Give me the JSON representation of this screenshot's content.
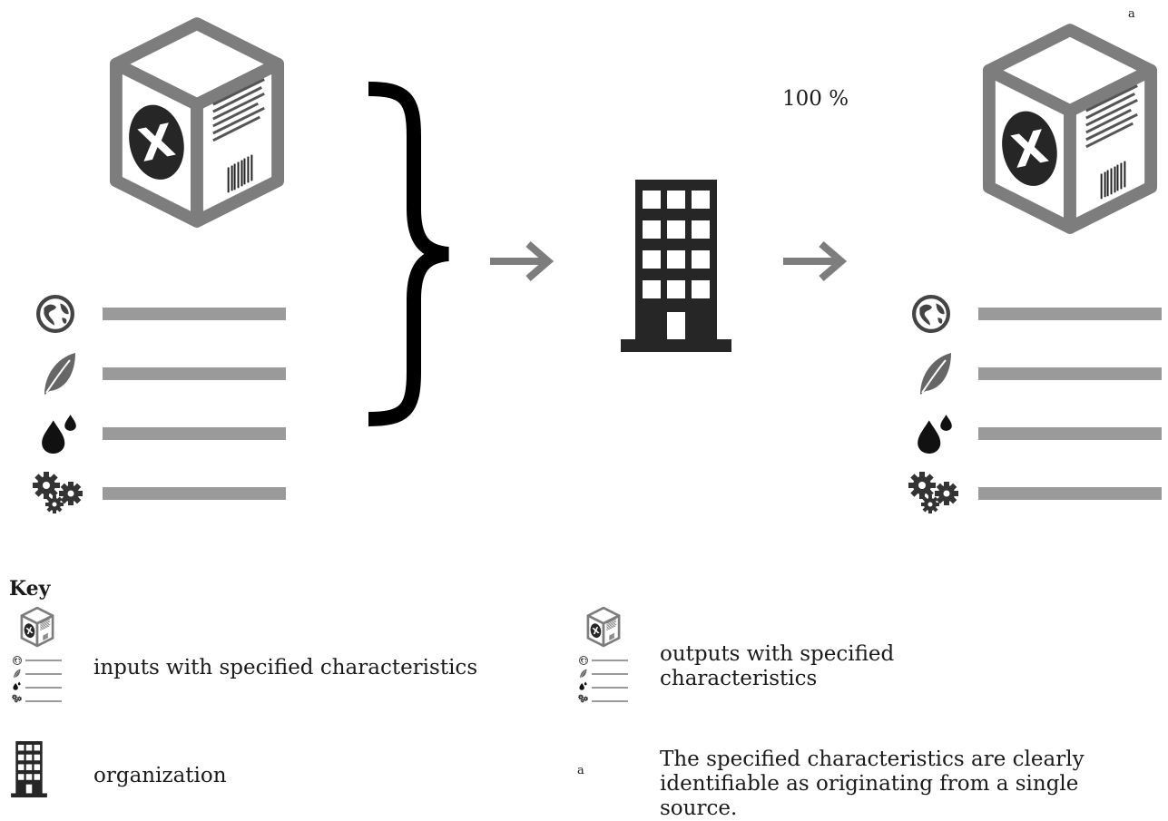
{
  "diagram": {
    "percent_label": "100 %",
    "footnote_marker": "a",
    "input_characteristics": [
      "globe-icon",
      "leaf-icon",
      "water-drops-icon",
      "gears-icon"
    ],
    "output_characteristics": [
      "globe-icon",
      "leaf-icon",
      "water-drops-icon",
      "gears-icon"
    ],
    "colors": {
      "box": "#7d7d7d",
      "dark": "#222222",
      "bar": "#9a9a9a",
      "arrow": "#7d7d7d"
    }
  },
  "key": {
    "heading": "Key",
    "items": [
      {
        "label": "inputs with specified characteristics"
      },
      {
        "label": "outputs with specified characteristics"
      },
      {
        "label": "organization"
      },
      {
        "marker": "a",
        "label": "The specified characteristics are clearly identifiable as originating from a single source."
      }
    ]
  }
}
